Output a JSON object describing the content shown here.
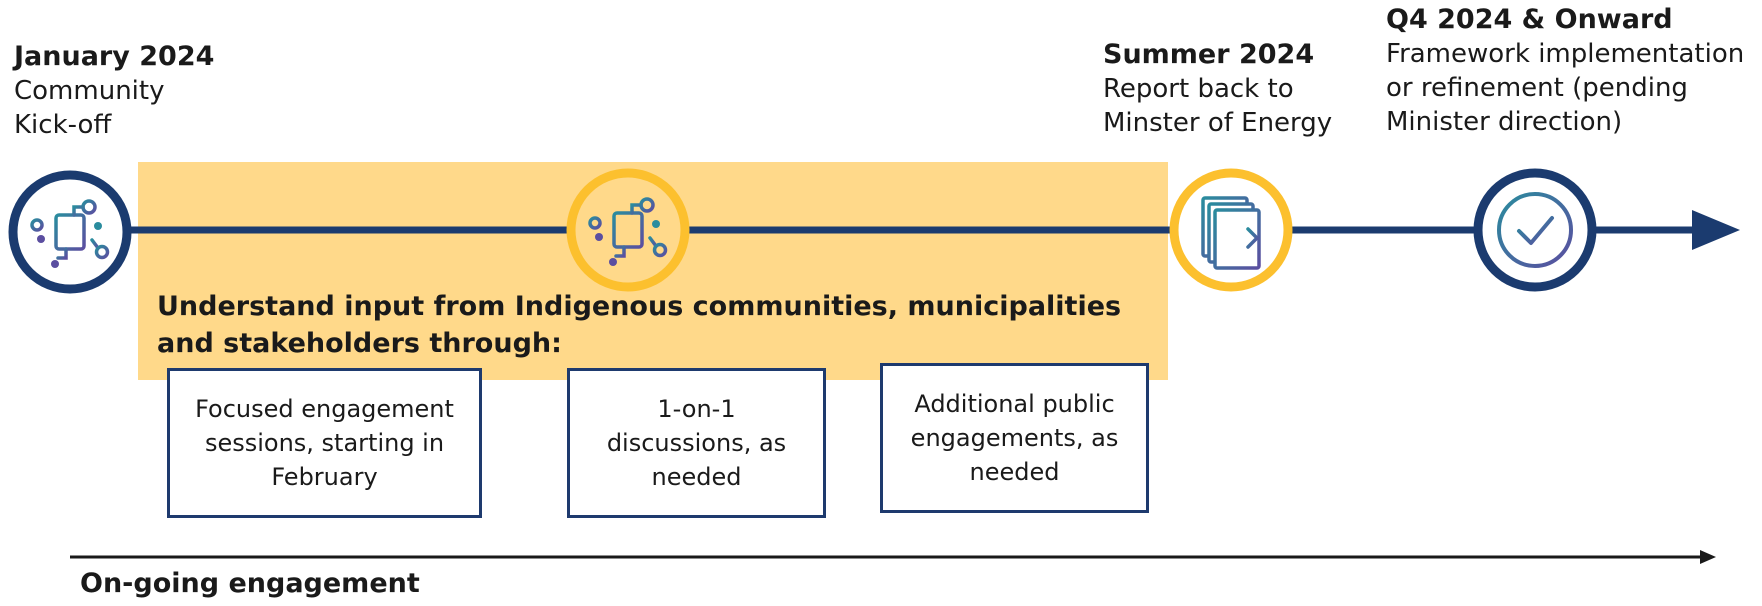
{
  "milestones": [
    {
      "title": "January 2024",
      "lines": [
        "Community",
        "Kick-off"
      ],
      "icon": "circuit-icon"
    },
    {
      "icon": "circuit-icon"
    },
    {
      "title": "Summer 2024",
      "lines": [
        "Report back to",
        "Minster of Energy"
      ],
      "icon": "document-export-icon"
    },
    {
      "title": "Q4 2024 & Onward",
      "lines": [
        "Framework implementation",
        "or refinement (pending",
        "Minister direction)"
      ],
      "icon": "checkmark-icon"
    }
  ],
  "band": {
    "lines": [
      "Understand input from Indigenous communities, municipalities",
      "and stakeholders through:"
    ]
  },
  "boxes": [
    {
      "lines": [
        "Focused engagement",
        "sessions, starting in",
        "February"
      ]
    },
    {
      "lines": [
        "1-on-1",
        "discussions, as",
        "needed"
      ]
    },
    {
      "lines": [
        "Additional public",
        "engagements, as",
        "needed"
      ]
    }
  ],
  "ongoing_label": "On-going engagement",
  "colors": {
    "navy": "#1b3b6f",
    "gold": "#fcc02e",
    "band": "#ffd98a",
    "teal": "#2a8c9e",
    "purple": "#5b4ea0"
  }
}
